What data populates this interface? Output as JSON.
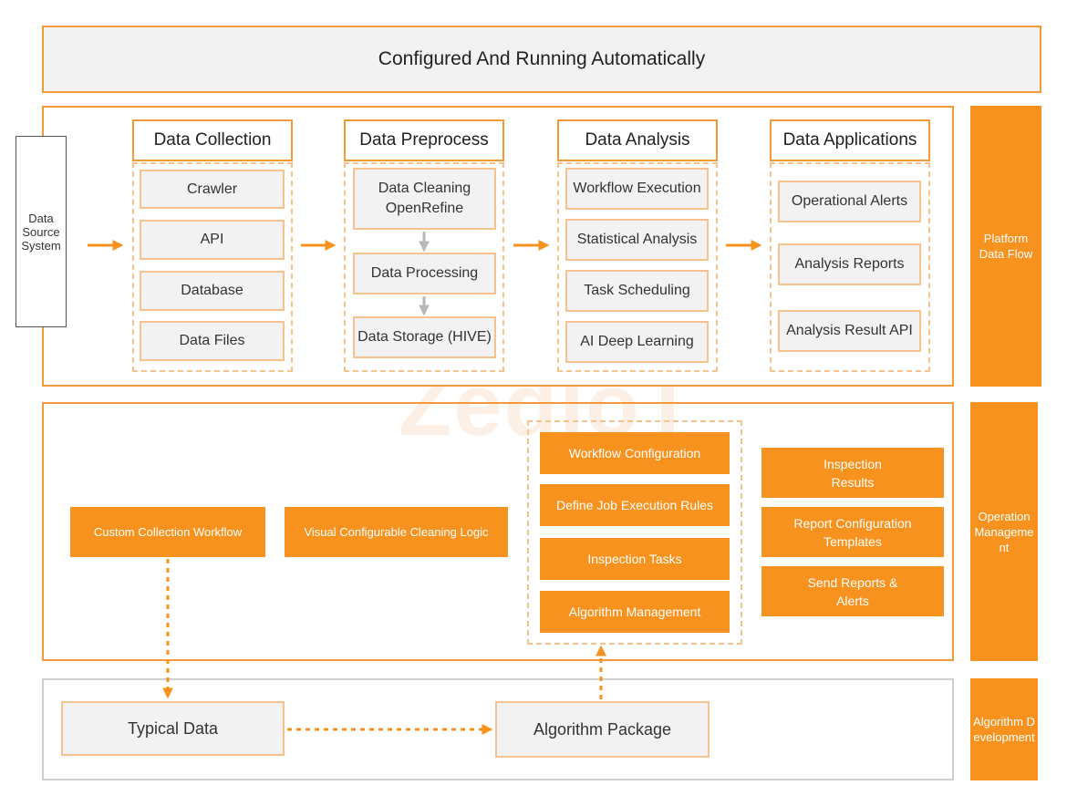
{
  "top_banner": "Configured And Running Automatically",
  "watermark": "ZedIoT",
  "data_source": "Data Source System",
  "stages": {
    "collection": {
      "title": "Data Collection",
      "items": [
        "Crawler",
        "API",
        "Database",
        "Data Files"
      ]
    },
    "preprocess": {
      "title": "Data Preprocess",
      "items": [
        "Data Cleaning OpenRefine",
        "Data Processing",
        "Data Storage (HIVE)"
      ]
    },
    "analysis": {
      "title": "Data Analysis",
      "items": [
        "Workflow Execution",
        "Statistical Analysis",
        "Task Scheduling",
        "AI Deep Learning"
      ]
    },
    "applications": {
      "title": "Data Applications",
      "items": [
        "Operational Alerts",
        "Analysis Reports",
        "Analysis Result API"
      ]
    }
  },
  "operation": {
    "custom_collection": "Custom Collection Workflow",
    "visual_cleaning": "Visual Configurable Cleaning Logic",
    "workflow_group": [
      "Workflow Configuration",
      "Define Job Execution Rules",
      "Inspection Tasks",
      "Algorithm Management"
    ],
    "report_group": [
      "Inspection Results",
      "Report Configuration Templates",
      "Send Reports & Alerts"
    ]
  },
  "algorithm": {
    "typical_data": "Typical Data",
    "algorithm_package": "Algorithm Package"
  },
  "side_labels": {
    "platform": "Platform Data Flow",
    "operation": "Operation Management",
    "algorithm": "Algorithm Development"
  },
  "colors": {
    "accent": "#f7921e",
    "border": "#f29a3b",
    "light_border": "#f6c38f",
    "box_fill": "#f2f2f2"
  }
}
